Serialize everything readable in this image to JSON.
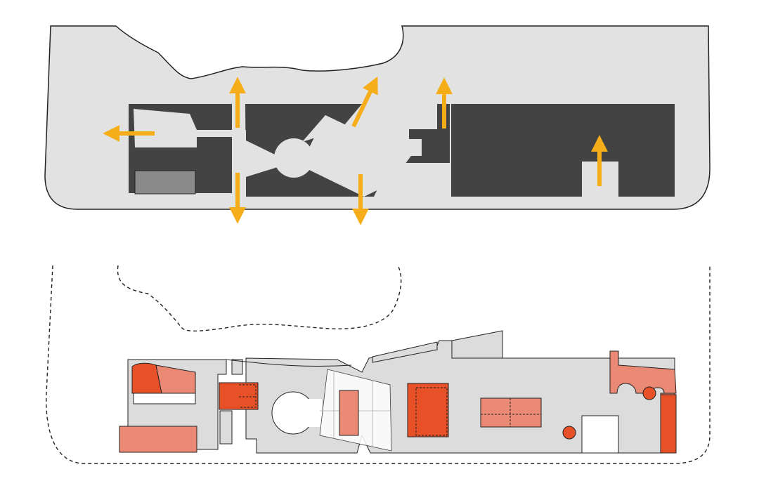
{
  "colors": {
    "background": "#ffffff",
    "site_fill": "#e2e2e2",
    "outline": "#222222",
    "building_dark": "#434343",
    "building_mid": "#8a8a8a",
    "arrow": "#f5ae19",
    "plan_fill": "#dcdcdc",
    "red_primary": "#e85128",
    "red_light": "#ea8a75"
  },
  "diagrams": [
    {
      "name": "circulation-diagram",
      "arrow_directions": [
        "left",
        "up",
        "up-right",
        "up",
        "down",
        "down",
        "up"
      ]
    },
    {
      "name": "furniture-layout-plan",
      "boundary_style": "dashed"
    }
  ]
}
